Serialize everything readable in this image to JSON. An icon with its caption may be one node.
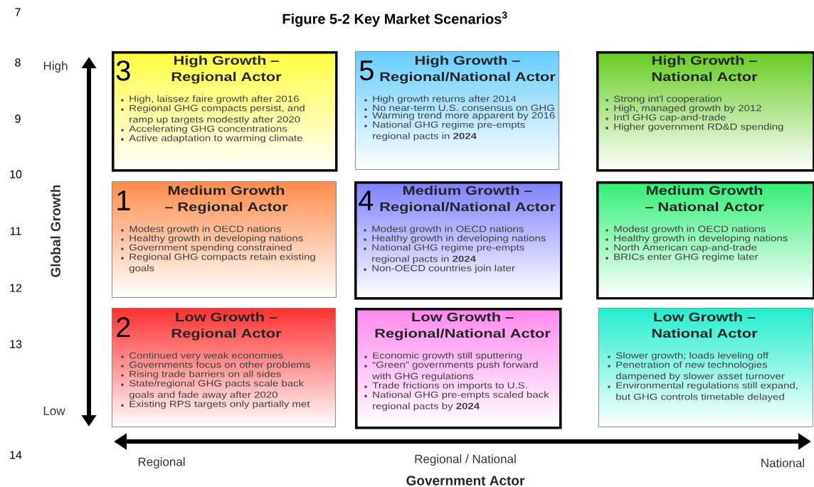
{
  "diagram": {
    "title": "Figure 5-2 Key Market Scenarios$^{3}$",
    "nodes": [
      {
        "text": [
          "3",
          "High Growth – Regional Actor",
          "High, laissez faire growth after 2016",
          "Regional GHG compacts persist, and ramp up targets modestly after 2020",
          "Accelerating GHG concentrations",
          "Active adaptation to warming climate"
        ]
      },
      {
        "text": [
          "5",
          "High Growth – Regional/National Actor",
          "High growth returns after 2014",
          "No near-term U.S. consensus on GHG",
          "Warming trend more apparent by 2016",
          "National GHG regime pre-empts regional pacts in **2024**"
        ]
      },
      {
        "text": [
          "High Growth – National Actor",
          "Strong int'l cooperation",
          "High, managed growth by 2012",
          "Int'l GHG cap-and-trade",
          "Higher government RD&D spending"
        ]
      },
      {
        "text": [
          "1",
          "Medium Growth – Regional Actor",
          "Modest growth in OECD nations",
          "Healthy growth in developing nations",
          "Government spending constrained",
          "Regional GHG compacts retain existing goals"
        ]
      },
      {
        "text": [
          "4",
          "Medium Growth – Regional/National Actor",
          "Modest growth in OECD nations",
          "Healthy growth in developing nations",
          "National GHG regime pre-empts regional pacts in **2024**",
          "Non-OECD countries join later"
        ]
      },
      {
        "text": [
          "Medium Growth – National Actor",
          "Modest growth in OECD nations",
          "Healthy growth in developing nations",
          "North American cap-and-trade",
          "BRICs enter GHG regime later"
        ]
      },
      {
        "text": [
          "2",
          "Low Growth – Regional Actor",
          "Continued very weak economies",
          "Governments focus on other problems",
          "Rising trade barriers on all sides",
          "State/regional GHG pacts scale back goals and fade away after 2020",
          "Existing RPS targets only partially met"
        ]
      },
      {
        "text": [
          "Low Growth – Regional/National Actor",
          "Economic growth still sputtering",
          "“Green” governments push forward with GHG regulations",
          "Trade frictions on imports to U.S.",
          "National GHG pre-empts scaled back regional pacts by **2024**"
        ]
      },
      {
        "text": [
          "Low Growth – National Actor",
          "Slower growth; loads leveling off",
          "Penetration of new technologies dampened by slower asset turnover",
          "Environmental regulations still expand, but GHG controls timetable delayed"
        ]
      }
    ],
    "labels": [
      "7",
      "8",
      "High",
      "9",
      "10",
      "Global Growth",
      "11",
      "12",
      "13",
      "Low",
      "14",
      "Regional",
      "Regional / National",
      "National",
      "Government Actor"
    ]
  }
}
